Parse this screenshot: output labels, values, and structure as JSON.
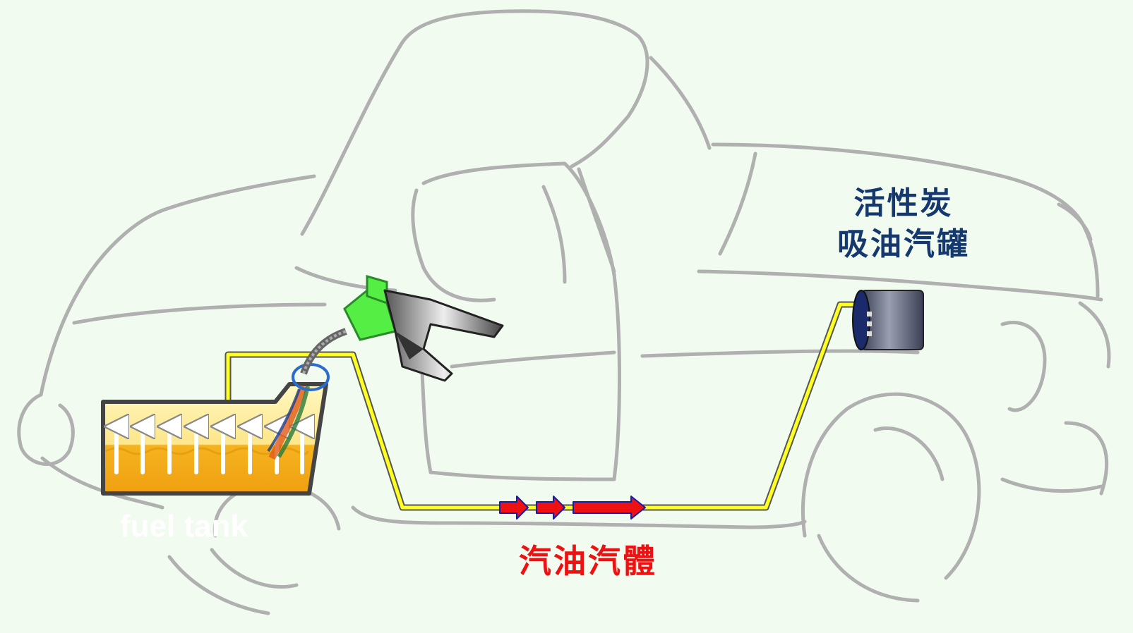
{
  "diagram": {
    "canister_label": [
      "活性炭",
      "吸油汽罐"
    ],
    "vapor_label": "汽油汽體",
    "tank_label": "fuel tank"
  },
  "colors": {
    "background": "#f1fbf0",
    "car_outline": "#b0b0b0",
    "vapor_line": "#ffff22",
    "arrow_fill": "#ee1111",
    "arrow_edge": "#1a1aa8",
    "canister_label": "#15386e",
    "vapor_label": "#ee1111",
    "fuel": "#f5b320",
    "nozzle_green": "#55ee44"
  }
}
